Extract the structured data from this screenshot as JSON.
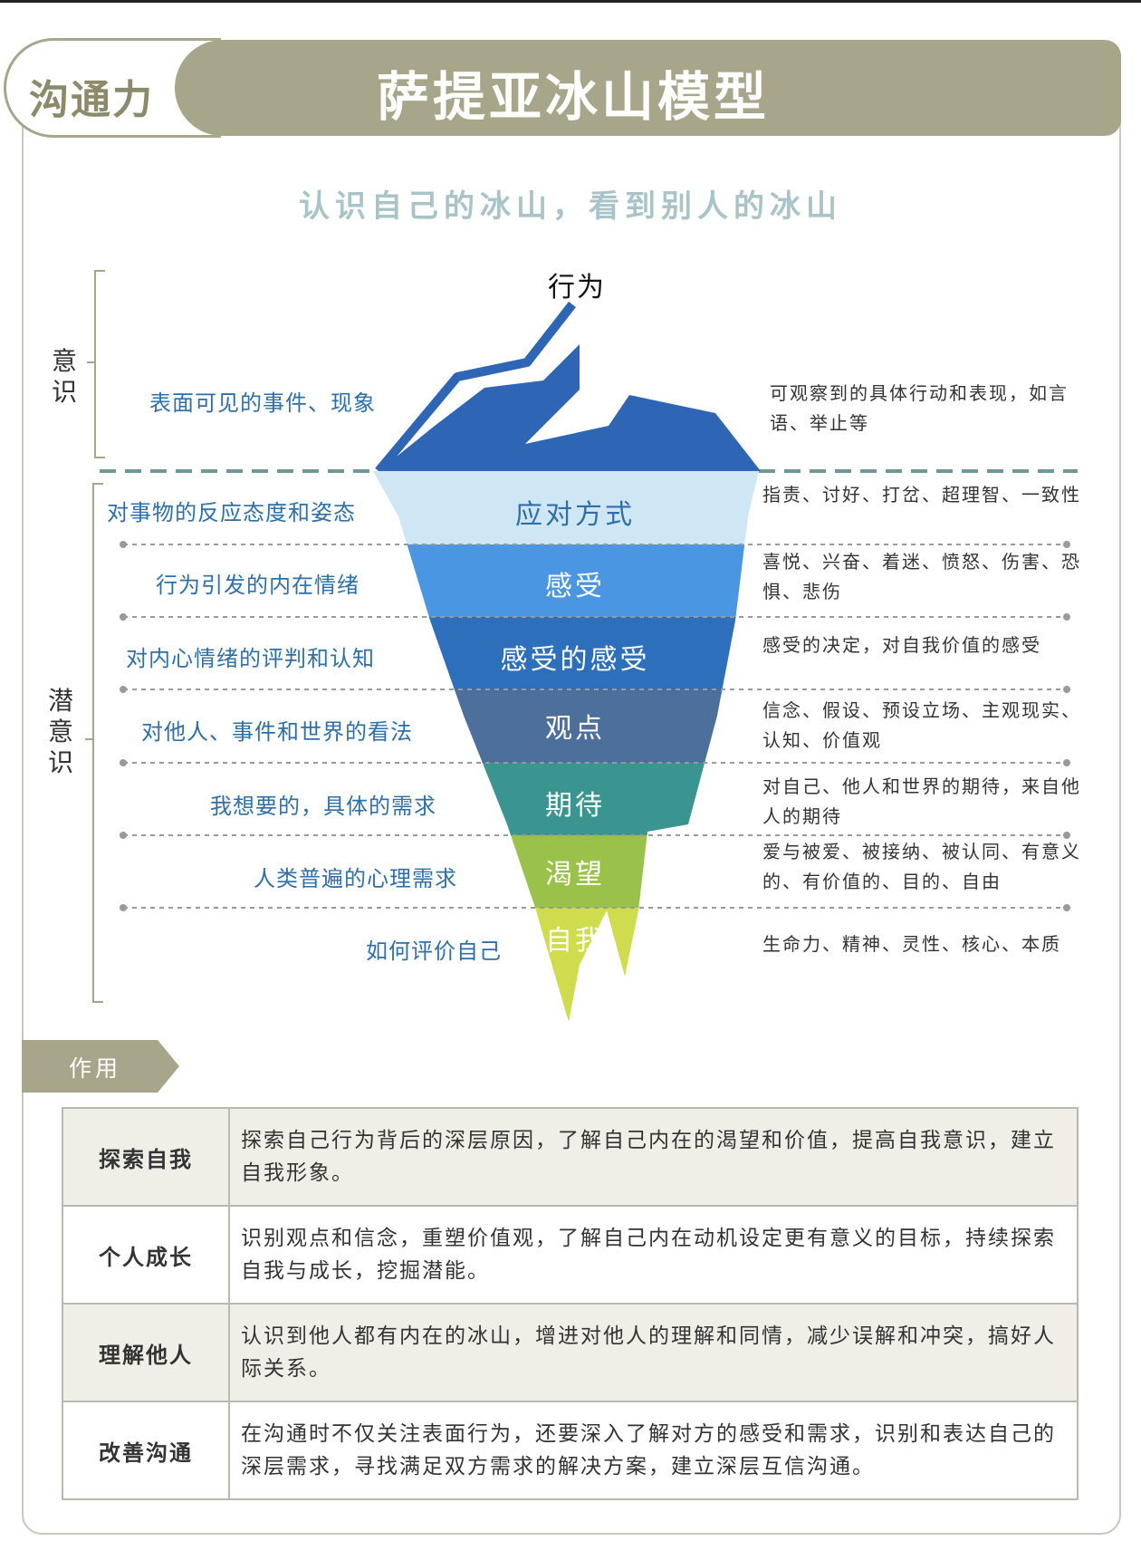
{
  "header": {
    "tag": "沟通力",
    "title": "萨提亚冰山模型"
  },
  "subtitle": "认识自己的冰山，看到别人的冰山",
  "sections": {
    "conscious": "意识",
    "subconscious": "潜意识"
  },
  "tip": {
    "label": "行为",
    "left": "表面可见的事件、现象",
    "right": "可观察到的具体行动和表现，如言语、举止等"
  },
  "layers": [
    {
      "name": "应对方式",
      "left": "对事物的反应态度和姿态",
      "right": "指责、讨好、打岔、超理智、一致性",
      "color": "#cfe6f5"
    },
    {
      "name": "感受",
      "left": "行为引发的内在情绪",
      "right": "喜悦、兴奋、着迷、愤怒、伤害、恐惧、悲伤",
      "color": "#4a96e3"
    },
    {
      "name": "感受的感受",
      "left": "对内心情绪的评判和认知",
      "right": "感受的决定，对自我价值的感受",
      "color": "#2e6fbc"
    },
    {
      "name": "观点",
      "left": "对他人、事件和世界的看法",
      "right": "信念、假设、预设立场、主观现实、认知、价值观",
      "color": "#4c6f9b"
    },
    {
      "name": "期待",
      "left": "我想要的，具体的需求",
      "right": "对自己、他人和世界的期待，来自他人的期待",
      "color": "#3a9590"
    },
    {
      "name": "渴望",
      "left": "人类普遍的心理需求",
      "right": "爱与被爱、被接纳、被认同、有意义的、有价值的、目的、自由",
      "color": "#9ac24a"
    },
    {
      "name": "自我",
      "left": "如何评价自己",
      "right": "生命力、精神、灵性、核心、本质",
      "color": "#cfdc4e"
    }
  ],
  "effects": {
    "tag": "作用",
    "rows": [
      {
        "title": "探索自我",
        "text": "探索自己行为背后的深层原因，了解自己内在的渴望和价值，提高自我意识，建立自我形象。"
      },
      {
        "title": "个人成长",
        "text": "识别观点和信念，重塑价值观，了解自己内在动机设定更有意义的目标，持续探索自我与成长，挖掘潜能。"
      },
      {
        "title": "理解他人",
        "text": "认识到他人都有内在的冰山，增进对他人的理解和同情，减少误解和冲突，搞好人际关系。"
      },
      {
        "title": "改善沟通",
        "text": "在沟通时不仅关注表面行为，还要深入了解对方的感受和需求，识别和表达自己的深层需求，寻找满足双方需求的解决方案，建立深层互信沟通。"
      }
    ]
  }
}
